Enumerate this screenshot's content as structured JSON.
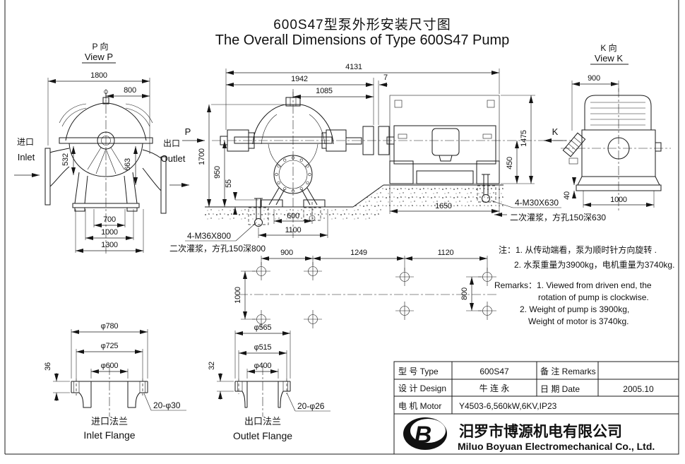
{
  "title": {
    "cn": "600S47型泵外形安装尺寸图",
    "en": "The Overall Dimensions of Type 600S47 Pump"
  },
  "view_p": {
    "label_cn": "P 向",
    "label_en": "View P",
    "dim_width": "1800",
    "dim_offset": "800",
    "dim_inlet_drop": "532",
    "dim_outlet_drop": "663",
    "dim_base1": "700",
    "dim_base2": "1000",
    "dim_base3": "1300",
    "inlet_cn": "进口",
    "inlet_en": "Inlet",
    "outlet_cn": "出口",
    "outlet_en": "Outlet"
  },
  "main_view": {
    "p_label": "P",
    "k_label": "K",
    "dim_total": "4131",
    "dim_pump": "1942",
    "dim_center": "1085",
    "dim_gap": "7",
    "dim_h_total": "1700",
    "dim_h_base": "950",
    "dim_h_plate": "55",
    "dim_foot_in": "600",
    "dim_foot_out": "1100",
    "dim_motor_base": "1650",
    "dim_motor_shaft": "450",
    "dim_motor_h": "1475",
    "anchor_pump": "4-M36X800",
    "grout_pump": "二次灌浆，方孔150深800",
    "anchor_motor": "4-M30X630",
    "grout_motor": "二次灌浆，方孔150深630"
  },
  "view_k": {
    "label_cn": "K 向",
    "label_en": "View K",
    "dim_width": "900",
    "dim_base": "1000",
    "dim_pad": "40"
  },
  "foundation": {
    "dim_a": "900",
    "dim_b": "1249",
    "dim_c": "1120",
    "dim_left": "1000",
    "dim_right": "800"
  },
  "notes": {
    "cn_1": "注：1. 从传动端看，泵为顺时针方向旋转 .",
    "cn_2": "2. 水泵重量为3900kg，电机重量为3740kg.",
    "en_1": "Remarks：1. Viewed from driven end, the",
    "en_2": "rotation of pump is  clockwise.",
    "en_3": "2. Weight of pump is 3900kg,",
    "en_4": "Weight of motor is 3740kg."
  },
  "inlet_flange": {
    "dim_outer": "φ780",
    "dim_bolt_circle": "φ725",
    "dim_bore": "φ600",
    "dim_thickness": "36",
    "holes": "20-φ30",
    "label_cn": "进口法兰",
    "label_en": "Inlet Flange"
  },
  "outlet_flange": {
    "dim_outer": "φ565",
    "dim_bolt_circle": "φ515",
    "dim_bore": "φ400",
    "dim_thickness": "32",
    "holes": "20-φ26",
    "label_cn": "出口法兰",
    "label_en": "Outlet Flange"
  },
  "title_block": {
    "type_label": "型 号 Type",
    "type_value": "600S47",
    "remarks_label": "备 注 Remarks",
    "remarks_value": "",
    "design_label": "设 计 Design",
    "design_value": "牛 连 永",
    "date_label": "日 期 Date",
    "date_value": "2005.10",
    "motor_label": "电 机 Motor",
    "motor_value": "Y4503-6,560kW,6KV,IP23"
  },
  "company": {
    "cn": "汨罗市博源机电有限公司",
    "en": "Miluo Boyuan Electromechanical Co., Ltd.",
    "logo_letter": "B"
  }
}
